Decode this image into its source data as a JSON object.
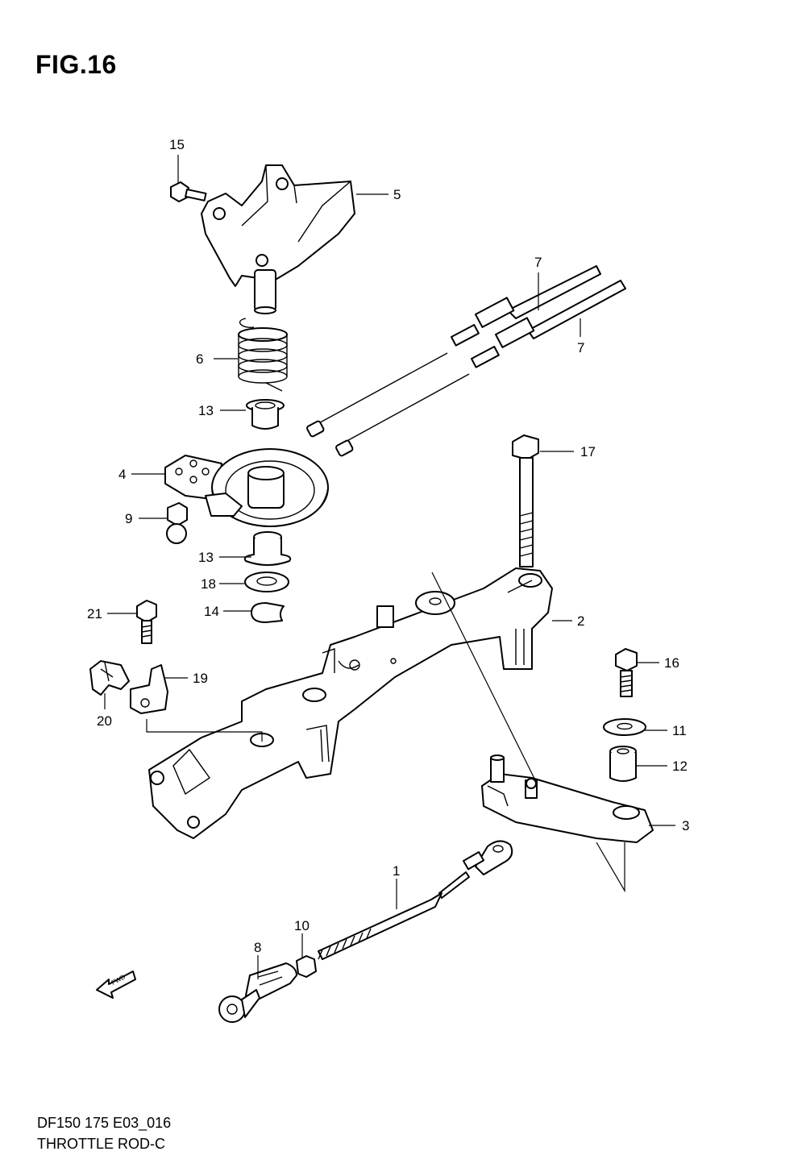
{
  "figure": {
    "title": "FIG.16",
    "model_code": "DF150 175 E03_016",
    "assembly_name": "THROTTLE ROD-C"
  },
  "callouts": [
    {
      "id": "c15",
      "label": "15"
    },
    {
      "id": "c5",
      "label": "5"
    },
    {
      "id": "c7a",
      "label": "7"
    },
    {
      "id": "c7b",
      "label": "7"
    },
    {
      "id": "c6",
      "label": "6"
    },
    {
      "id": "c13a",
      "label": "13"
    },
    {
      "id": "c17",
      "label": "17"
    },
    {
      "id": "c4",
      "label": "4"
    },
    {
      "id": "c9",
      "label": "9"
    },
    {
      "id": "c13b",
      "label": "13"
    },
    {
      "id": "c18",
      "label": "18"
    },
    {
      "id": "c14",
      "label": "14"
    },
    {
      "id": "c2",
      "label": "2"
    },
    {
      "id": "c21",
      "label": "21"
    },
    {
      "id": "c19",
      "label": "19"
    },
    {
      "id": "c16",
      "label": "16"
    },
    {
      "id": "c20",
      "label": "20"
    },
    {
      "id": "c11",
      "label": "11"
    },
    {
      "id": "c12",
      "label": "12"
    },
    {
      "id": "c3",
      "label": "3"
    },
    {
      "id": "c1",
      "label": "1"
    },
    {
      "id": "c10",
      "label": "10"
    },
    {
      "id": "c8",
      "label": "8"
    }
  ],
  "fwd_arrow": {
    "label": "FWD"
  }
}
